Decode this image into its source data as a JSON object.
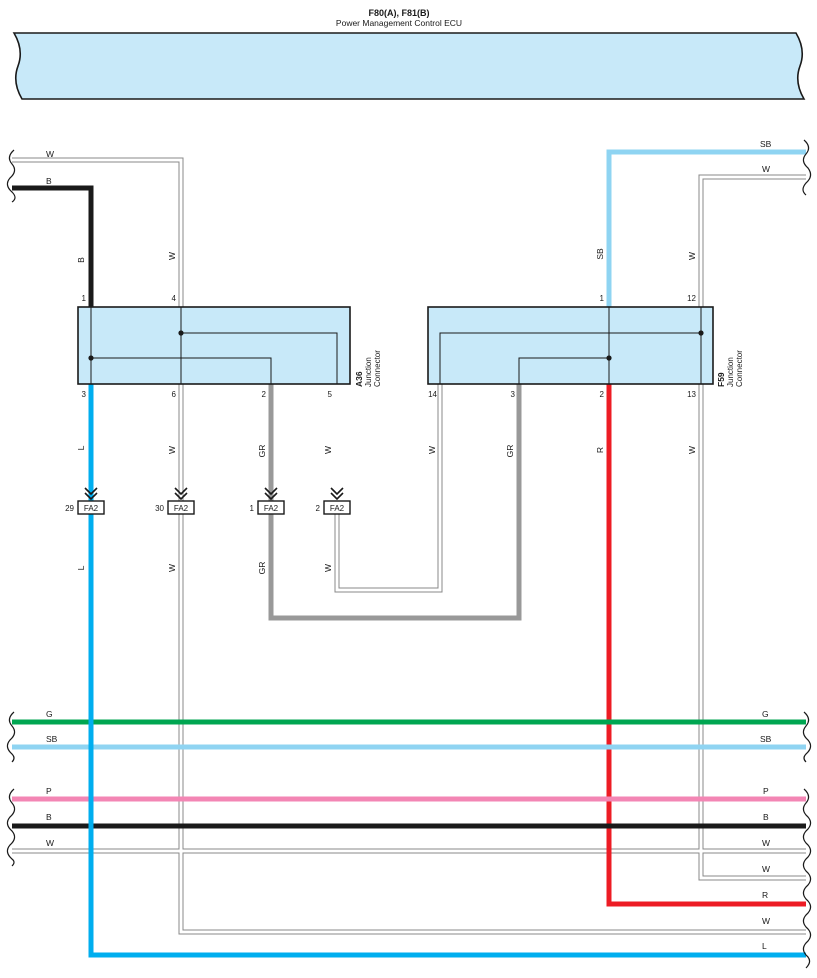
{
  "ecu": {
    "code": "F80(A), F81(B)",
    "name": "Power Management Control ECU"
  },
  "colors": {
    "W": "#ffffff",
    "B": "#1a1a1a",
    "SB": "#8fd4f2",
    "L": "#00aeef",
    "GR": "#999999",
    "R": "#ed1c24",
    "G": "#00a651",
    "P": "#f386b4",
    "connector_fill": "#c8e9f9",
    "ecu_fill": "#c8e9f9"
  },
  "connectors": {
    "a36": {
      "code": "A36",
      "line1": "Junction",
      "line2": "Connector",
      "pins": {
        "p1": "1",
        "p4": "4",
        "p3": "3",
        "p6": "6",
        "p2": "2",
        "p5": "5"
      }
    },
    "f59": {
      "code": "F59",
      "line1": "Junction",
      "line2": "Connector",
      "pins": {
        "p1": "1",
        "p12": "12",
        "p14": "14",
        "p3": "3",
        "p2": "2",
        "p13": "13"
      }
    }
  },
  "inline": [
    {
      "id": "fa2-29",
      "pin": "29",
      "name": "FA2"
    },
    {
      "id": "fa2-30",
      "pin": "30",
      "name": "FA2"
    },
    {
      "id": "fa2-1",
      "pin": "1",
      "name": "FA2"
    },
    {
      "id": "fa2-2",
      "pin": "2",
      "name": "FA2"
    }
  ],
  "wire_labels": {
    "left_w_top": "W",
    "left_b_top": "B",
    "right_sb_top": "SB",
    "right_w_top": "W",
    "a36_b_in": "B",
    "a36_w_in": "W",
    "f59_sb_in": "SB",
    "f59_w_in": "W",
    "a36_l_out": "L",
    "a36_w_out": "W",
    "a36_gr_out": "GR",
    "a36_w5_out": "W",
    "f59_w14": "W",
    "f59_gr3": "GR",
    "f59_r2": "R",
    "f59_w13": "W",
    "fa2_l_low": "L",
    "fa2_w_low": "W",
    "fa2_gr_low": "GR",
    "fa2_w2_low": "W",
    "bus_g_l": "G",
    "bus_g_r": "G",
    "bus_sb_l": "SB",
    "bus_sb_r": "SB",
    "bus_p_l": "P",
    "bus_p_r": "P",
    "bus_b_l": "B",
    "bus_b_r": "B",
    "bus_w_l": "W",
    "bus_w_r": "W",
    "bus_w2_r": "W",
    "bus_r_r": "R",
    "bus_w3_r": "W",
    "bus_l_r": "L"
  }
}
